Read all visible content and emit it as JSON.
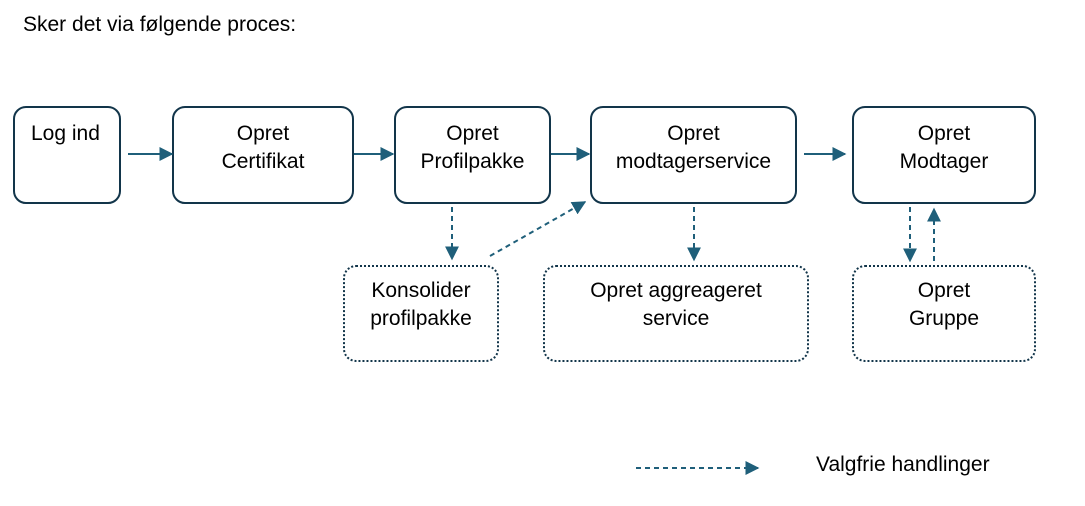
{
  "intro": "Sker det via følgende proces:",
  "steps": {
    "login": [
      "Log ind"
    ],
    "certifikat": [
      "Opret",
      "Certifikat"
    ],
    "profilpakke": [
      "Opret",
      "Profilpakke"
    ],
    "modtagerservice": [
      "Opret",
      "modtagerservice"
    ],
    "modtager": [
      "Opret",
      "Modtager"
    ]
  },
  "optional_steps": {
    "konsolider": [
      "Konsolider",
      "profilpakke"
    ],
    "aggregeret": [
      "Opret aggreageret",
      "service"
    ],
    "gruppe": [
      "Opret",
      "Gruppe"
    ]
  },
  "legend": {
    "label": "Valgfrie handlinger",
    "line_style": "dashed",
    "meaning": "optional"
  },
  "colors": {
    "arrow": "#1f5f7a",
    "box_border": "#12354a"
  }
}
